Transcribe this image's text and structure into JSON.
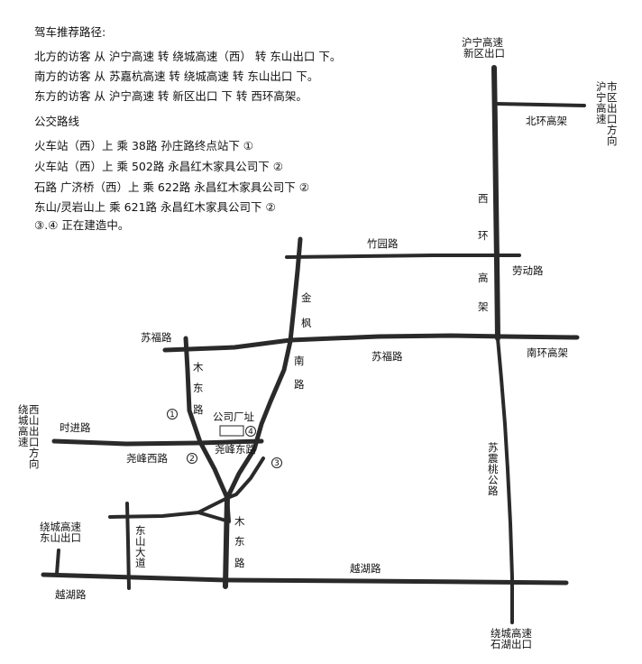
{
  "directions": {
    "title": "驾车推荐路径:",
    "north": "北方的访客 从 沪宁高速 转 绕城高速（西） 转 东山出口 下。",
    "south": "南方的访客 从 苏嘉杭高速 转 绕城高速 转 东山出口 下。",
    "east": "东方的访客 从 沪宁高速 转 新区出口 下 转 西环高架。",
    "bus_title": "公交路线",
    "bus1": "火车站（西）上 乘 38路 孙庄路终点站下 ①",
    "bus2": "火车站（西）上 乘 502路 永昌红木家具公司下 ②",
    "bus3": "石路 广济桥（西）上 乘 622路 永昌红木家具公司下 ②",
    "bus4": "东山/灵岩山上 乘 621路 永昌红木家具公司下 ②",
    "bus5": "③.④ 正在建造中。"
  },
  "map": {
    "exit_xinqu": [
      "沪宁高速",
      "新区出口"
    ],
    "exit_shiqu": [
      "沪",
      "宁",
      "高",
      "速",
      "市",
      "区",
      "出",
      "口",
      "方",
      "向"
    ],
    "beihuan": "北环高架",
    "xihuan": [
      "西",
      "环",
      "高",
      "架"
    ],
    "zhuyuan": "竹园路",
    "laodong": "劳动路",
    "jinfeng": [
      "金",
      "枫",
      "南",
      "路"
    ],
    "sufu_w": "苏福路",
    "sufu_c": "苏福路",
    "nanhuan": "南环高架",
    "mudong_n": [
      "木",
      "东",
      "路"
    ],
    "company": "公司厂址",
    "shijin": "时进路",
    "ringwest": [
      "绕",
      "城",
      "高",
      "速",
      "西",
      "山",
      "出",
      "口",
      "方",
      "向"
    ],
    "yaofeng_w": "尧峰西路",
    "yaofeng_e": "尧峰东路",
    "suzhen": [
      "苏",
      "震",
      "桃",
      "公",
      "路"
    ],
    "mudong_s": [
      "木",
      "东",
      "路"
    ],
    "dongshan_dadao": [
      "东",
      "山",
      "大",
      "道"
    ],
    "dongshan_exit": [
      "绕城高速",
      "东山出口"
    ],
    "yuehu_c": "越湖路",
    "yuehu_w": "越湖路",
    "shihu_exit": [
      "绕城高速",
      "石湖出口"
    ],
    "mark1": "1",
    "mark2": "2",
    "mark3": "3",
    "mark4": "4"
  }
}
